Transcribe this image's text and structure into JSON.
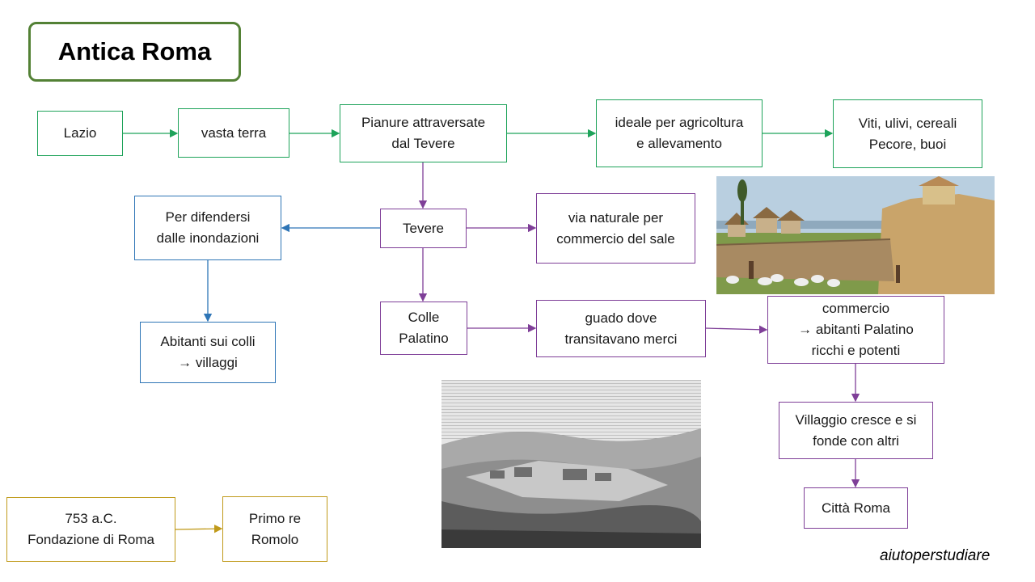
{
  "title": "Antica Roma",
  "nodes": {
    "lazio": "Lazio",
    "vasta_terra": "vasta terra",
    "pianure": "Pianure  attraversate\ndal Tevere",
    "ideale": "ideale per agricoltura\ne allevamento",
    "viti": "Viti, ulivi, cereali\nPecore, buoi",
    "tevere": "Tevere",
    "difendersi": "Per difendersi\ndalle inondazioni",
    "via_naturale": "via naturale per\ncommercio del sale",
    "abitanti_colli": "Abitanti sui colli\n→ villaggi",
    "colle_palatino": "Colle\nPalatino",
    "guado": "guado dove\ntransitavano merci",
    "commercio": "commercio\n→ abitanti Palatino\nricchi e potenti",
    "villaggio": "Villaggio cresce e si\nfonde con altri",
    "citta_roma": "Città Roma",
    "fondazione": "753 a.C.\nFondazione di Roma",
    "primo_re": "Primo re\nRomolo"
  },
  "credit": "aiutoperstudiare",
  "colors": {
    "green": "#1ea35a",
    "blue": "#2e75b6",
    "purple": "#7f3f98",
    "gold": "#c09a1a",
    "title_border": "#538135"
  }
}
